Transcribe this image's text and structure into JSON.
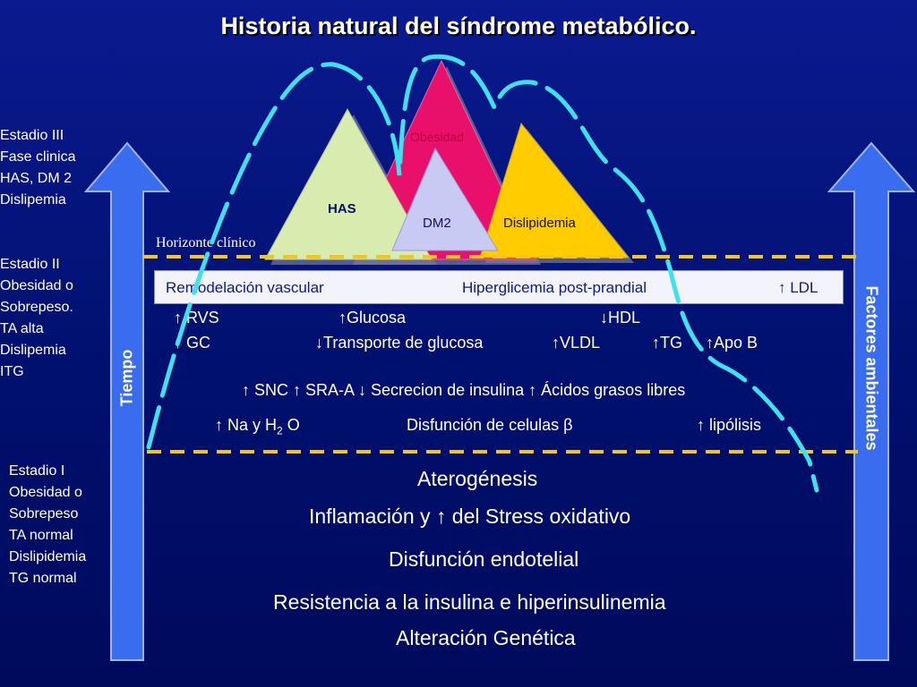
{
  "title": "Historia natural del síndrome metabólico.",
  "stages": {
    "stage3": [
      "Estadio III",
      "Fase clinica",
      "HAS, DM 2",
      "Dislipemia"
    ],
    "stage2": [
      "Estadio II",
      "Obesidad o",
      "Sobrepeso.",
      "TA alta",
      "Dislipemia",
      "ITG"
    ],
    "stage1": [
      "Estadio I",
      "Obesidad o",
      "Sobrepeso",
      "TA normal",
      "Dislipidemia",
      "TG normal"
    ]
  },
  "arrows": {
    "left_label": "Tiempo",
    "right_label": "Factores ambientales",
    "color": "#3a6cf0"
  },
  "peaks": {
    "obesidad": "Obesidad",
    "has": "HAS",
    "dm2": "DM2",
    "dislipidemia": "Dislipidemia",
    "colors": {
      "obesidad": "#e8106a",
      "has": "#d8ecb0",
      "dm2": "#c8caf4",
      "dislipidemia": "#ffcc00"
    }
  },
  "horizon_label": "Horizonte clínico",
  "banner": {
    "remodelacion": "Remodelación vascular",
    "hiperglicemia": "Hiperglicemia post-prandial",
    "ldl": "↑  LDL"
  },
  "rows": {
    "r1": {
      "a": "↑ RVS",
      "b": "↑Glucosa",
      "c": "↓HDL"
    },
    "r2": {
      "a": "↑ GC",
      "b": "↓Transporte de glucosa",
      "c": "↑VLDL",
      "d": "↑TG",
      "e": "↑Apo B"
    },
    "r3": "↑ SNC ↑ SRA-A ↓ Secrecion de insulina ↑ Ácidos grasos libres",
    "r4": {
      "a": "↑ Na y H",
      "sub": "2",
      "a2": " O",
      "b": "Disfunción de celulas β",
      "c": "↑ lipólisis"
    }
  },
  "lower": {
    "aterogenesis": "Aterogénesis",
    "inflamacion": "Inflamación y ↑ del Stress oxidativo",
    "disfuncion": "Disfunción endotelial",
    "resistencia": "Resistencia a la insulina e hiperinsulinemia",
    "genetica": "Alteración Genética"
  },
  "colors": {
    "dashed_lines": "#f5c518",
    "dashed_curve": "#40e0f0"
  }
}
